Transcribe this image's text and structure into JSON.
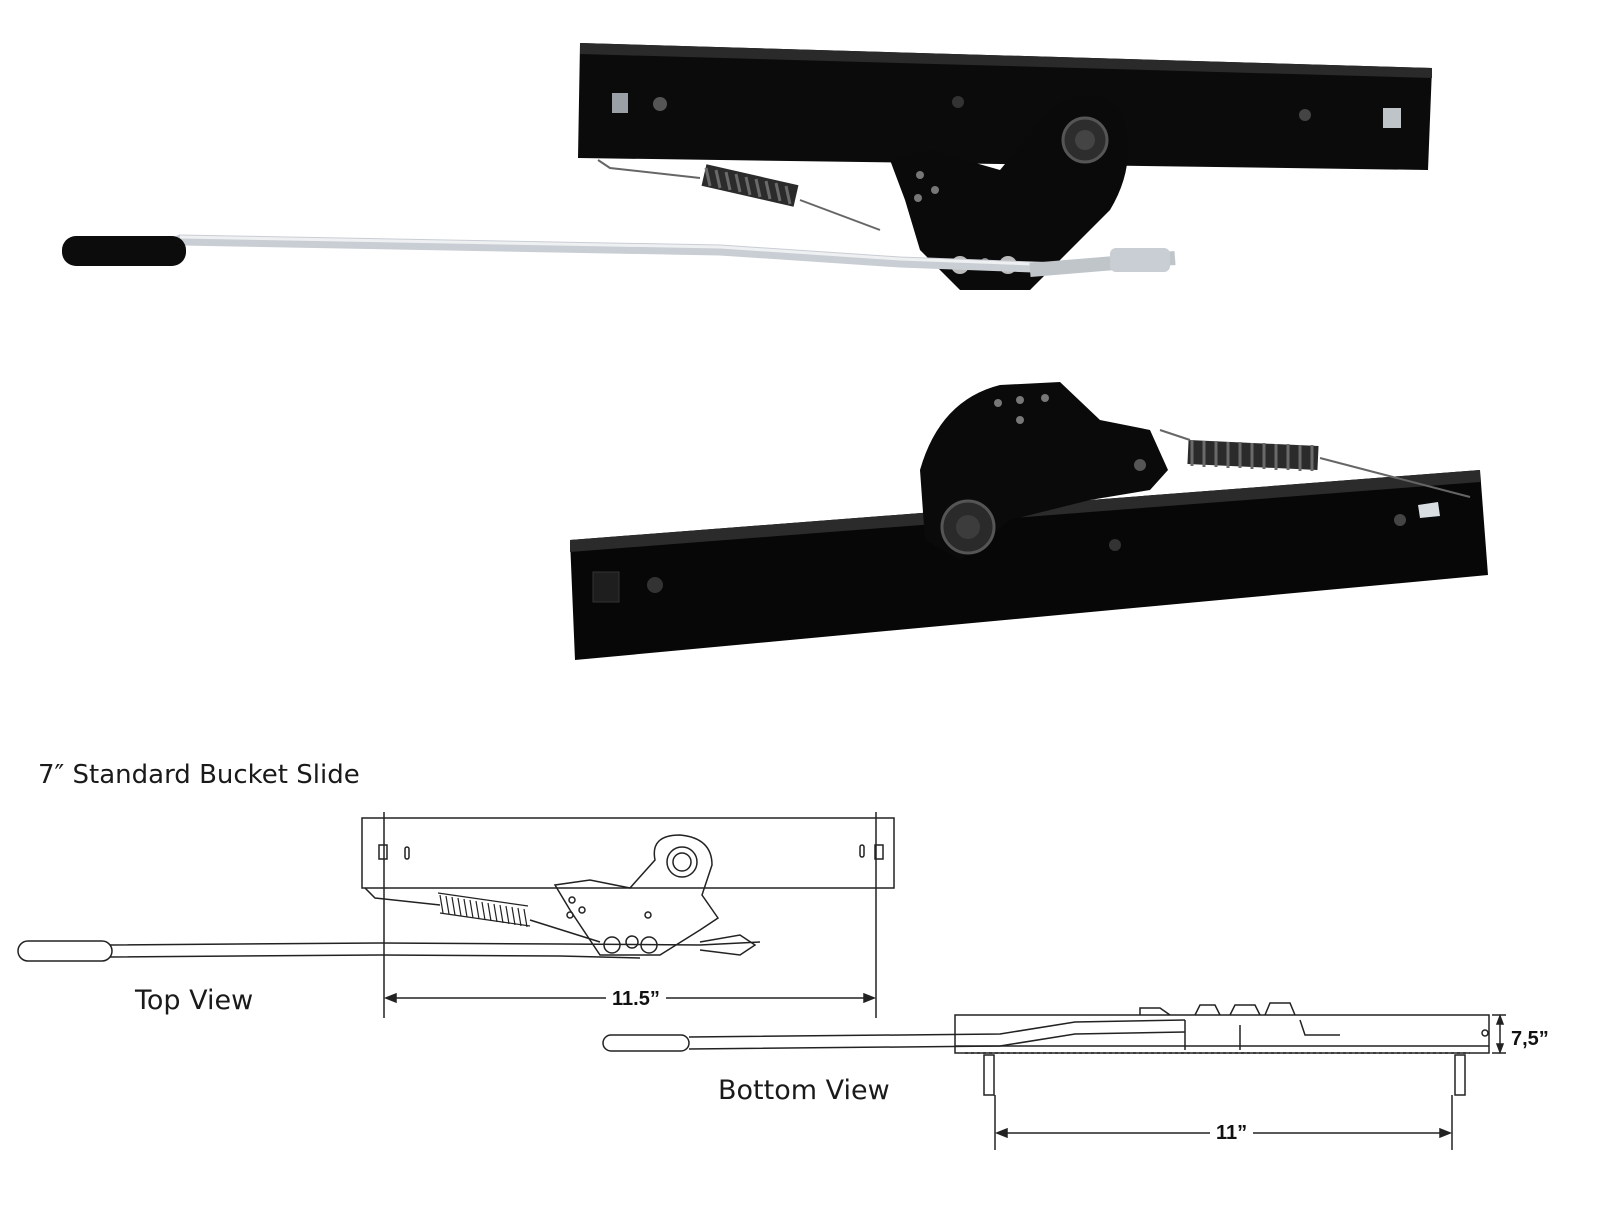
{
  "title": "7″ Standard Bucket Slide",
  "views": {
    "top": "Top View",
    "bottom": "Bottom View"
  },
  "dimensions": {
    "top_length": "11.5”",
    "bottom_length": "11”",
    "height": "7,5”"
  },
  "colors": {
    "metal": "#0b0b0b",
    "rod": "#c9ced4",
    "line": "#222222"
  }
}
